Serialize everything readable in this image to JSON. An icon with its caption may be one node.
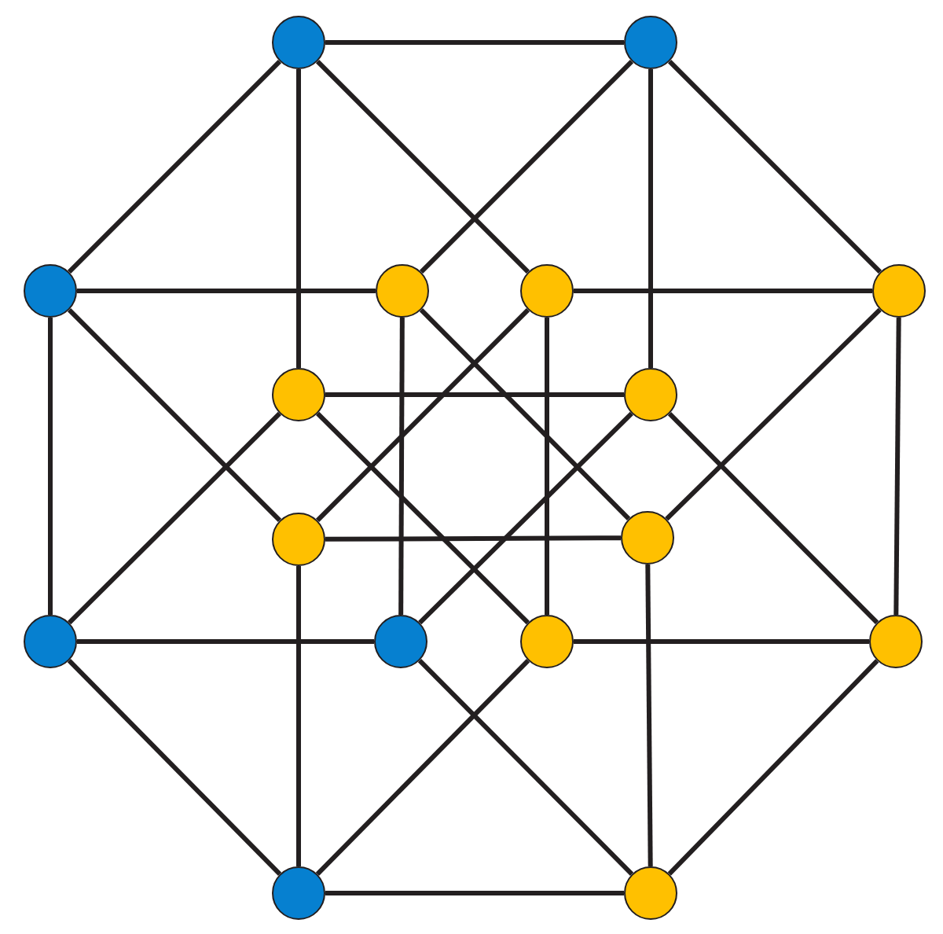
{
  "diagram": {
    "nodes": [
      {
        "text": [],
        "shape": "circle"
      },
      {
        "text": [],
        "shape": "circle"
      },
      {
        "text": [],
        "shape": "circle"
      },
      {
        "text": [],
        "shape": "circle"
      },
      {
        "text": [],
        "shape": "circle"
      },
      {
        "text": [],
        "shape": "circle"
      },
      {
        "text": [],
        "shape": "circle"
      },
      {
        "text": [],
        "shape": "circle"
      },
      {
        "text": [],
        "shape": "circle"
      },
      {
        "text": [],
        "shape": "circle"
      },
      {
        "text": [],
        "shape": "circle"
      },
      {
        "text": [],
        "shape": "circle"
      },
      {
        "text": [],
        "shape": "circle"
      },
      {
        "text": [],
        "shape": "circle"
      },
      {
        "text": [],
        "shape": "circle"
      },
      {
        "text": [],
        "shape": "circle"
      }
    ],
    "edges": [
      {
        "from": 0,
        "to": 1,
        "arrow": "none"
      },
      {
        "from": 0,
        "to": 2,
        "arrow": "none"
      },
      {
        "from": 0,
        "to": 6,
        "arrow": "none"
      },
      {
        "from": 0,
        "to": 4,
        "arrow": "none"
      },
      {
        "from": 1,
        "to": 5,
        "arrow": "none"
      },
      {
        "from": 1,
        "to": 7,
        "arrow": "none"
      },
      {
        "from": 1,
        "to": 3,
        "arrow": "none"
      },
      {
        "from": 2,
        "to": 3,
        "arrow": "none"
      },
      {
        "from": 2,
        "to": 10,
        "arrow": "none"
      },
      {
        "from": 2,
        "to": 8,
        "arrow": "none"
      },
      {
        "from": 3,
        "to": 11,
        "arrow": "none"
      },
      {
        "from": 3,
        "to": 9,
        "arrow": "none"
      },
      {
        "from": 4,
        "to": 5,
        "arrow": "none"
      },
      {
        "from": 4,
        "to": 12,
        "arrow": "none"
      },
      {
        "from": 4,
        "to": 8,
        "arrow": "none"
      },
      {
        "from": 5,
        "to": 13,
        "arrow": "none"
      },
      {
        "from": 5,
        "to": 9,
        "arrow": "none"
      },
      {
        "from": 6,
        "to": 7,
        "arrow": "none"
      },
      {
        "from": 6,
        "to": 10,
        "arrow": "none"
      },
      {
        "from": 6,
        "to": 12,
        "arrow": "none"
      },
      {
        "from": 7,
        "to": 13,
        "arrow": "none"
      },
      {
        "from": 7,
        "to": 11,
        "arrow": "none"
      },
      {
        "from": 8,
        "to": 9,
        "arrow": "none"
      },
      {
        "from": 8,
        "to": 14,
        "arrow": "none"
      },
      {
        "from": 9,
        "to": 15,
        "arrow": "none"
      },
      {
        "from": 10,
        "to": 11,
        "arrow": "none"
      },
      {
        "from": 10,
        "to": 14,
        "arrow": "none"
      },
      {
        "from": 11,
        "to": 15,
        "arrow": "none"
      },
      {
        "from": 12,
        "to": 13,
        "arrow": "none"
      },
      {
        "from": 12,
        "to": 14,
        "arrow": "none"
      },
      {
        "from": 13,
        "to": 15,
        "arrow": "none"
      },
      {
        "from": 14,
        "to": 15,
        "arrow": "none"
      }
    ]
  }
}
